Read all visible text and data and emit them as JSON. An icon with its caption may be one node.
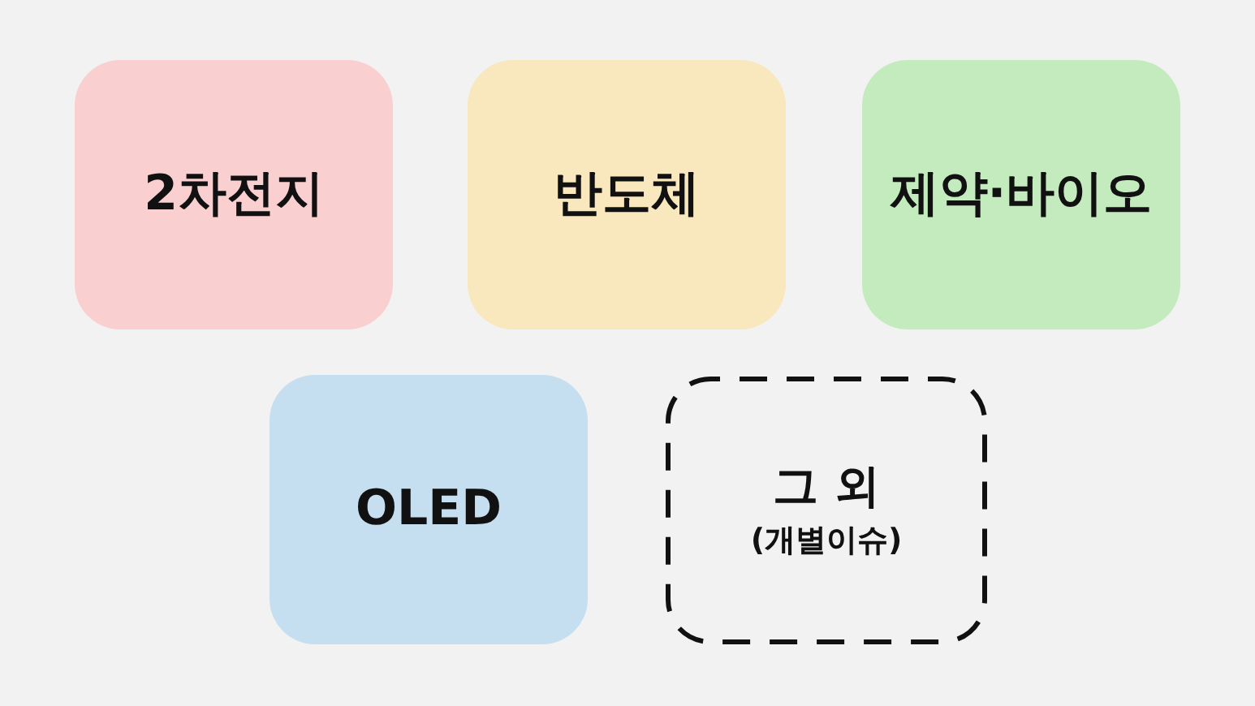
{
  "diagram": {
    "nodes": [
      {
        "text": [
          "2차전지"
        ]
      },
      {
        "text": [
          "반도체"
        ]
      },
      {
        "text": [
          "제약·바이오"
        ]
      },
      {
        "text": [
          "OLED"
        ]
      },
      {
        "text": [
          "그 외",
          "(개별이슈)"
        ]
      }
    ]
  }
}
